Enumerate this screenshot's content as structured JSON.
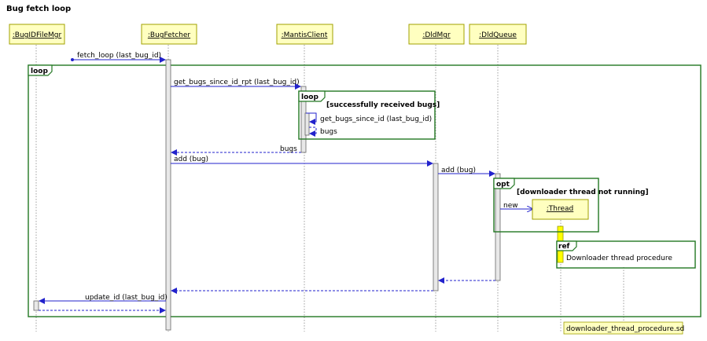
{
  "title": "Bug fetch loop",
  "participants": [
    ":BugIDFileMgr",
    ":BugFetcher",
    ":MantisClient",
    ":DldMgr",
    ":DldQueue"
  ],
  "thread_object": ":Thread",
  "messages": {
    "fetch_loop": "fetch_loop (last_bug_id)",
    "get_bugs_rpt": "get_bugs_since_id_rpt (last_bug_id)",
    "get_bugs": "get_bugs_since_id (last_bug_id)",
    "bugs_inner": "bugs",
    "bugs_return": "bugs",
    "add_1": "add (bug)",
    "add_2": "add (bug)",
    "new": "new",
    "update_id": "update_id (last_bug_id)"
  },
  "frames": {
    "loop_outer": "loop",
    "loop_inner": "loop",
    "loop_inner_guard": "[successfully received bugs]",
    "opt": "opt",
    "opt_guard": "[downloader thread not running]",
    "ref": "ref",
    "ref_text": "Downloader thread procedure"
  },
  "note": "downloader_thread_procedure.sd",
  "colors": {
    "participant_fill": "#ffffc0",
    "message": "#2222cc",
    "frame": "#227722",
    "activation_yellow": "#ffff00"
  }
}
